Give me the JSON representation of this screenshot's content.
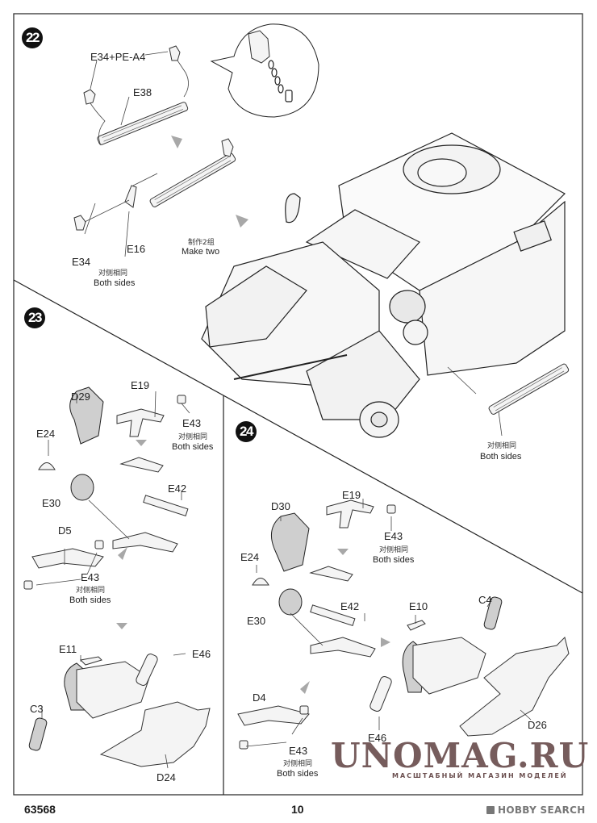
{
  "document": {
    "product_code": "63568",
    "page_number": "10",
    "publisher_watermark": "HOBBY SEARCH",
    "overlay_watermark": {
      "title": "UNOMAG.RU",
      "subtitle": "МАСШТАБНЫЙ МАГАЗИН МОДЕЛЕЙ"
    }
  },
  "steps": [
    {
      "number": "22",
      "labels": {
        "e34_pe_a4": "E34+PE-A4",
        "e38": "E38",
        "e34": "E34",
        "e16": "E16",
        "both_sides_cn": "对侧相同",
        "both_sides_en": "Both sides",
        "make_two_cn": "制作2组",
        "make_two_en": "Make two",
        "vehicle_both_sides_cn": "对侧相同",
        "vehicle_both_sides_en": "Both sides"
      },
      "callout": "detail-chain-attachment"
    },
    {
      "number": "23",
      "labels": {
        "e19": "E19",
        "d29": "D29",
        "e24": "E24",
        "e43_top": "E43",
        "both_sides_cn_top": "对侧相同",
        "both_sides_en_top": "Both sides",
        "e30": "E30",
        "e42": "E42",
        "d5": "D5",
        "e43_bottom": "E43",
        "both_sides_cn_bottom": "对侧相同",
        "both_sides_en_bottom": "Both sides",
        "e11": "E11",
        "e46": "E46",
        "c3": "C3",
        "d24": "D24"
      }
    },
    {
      "number": "24",
      "labels": {
        "e19": "E19",
        "d30": "D30",
        "e24": "E24",
        "e43_top": "E43",
        "both_sides_cn_top": "对侧相同",
        "both_sides_en_top": "Both sides",
        "e30": "E30",
        "e42": "E42",
        "e10": "E10",
        "c4": "C4",
        "d4": "D4",
        "e43_bottom": "E43",
        "both_sides_cn_bottom": "对侧相同",
        "both_sides_en_bottom": "Both sides",
        "e46": "E46",
        "d26": "D26"
      }
    }
  ],
  "colors": {
    "ink": "#222222",
    "arrow": "#a8a8a8",
    "watermark": "#6b4f4f",
    "publisher": "#777777"
  }
}
